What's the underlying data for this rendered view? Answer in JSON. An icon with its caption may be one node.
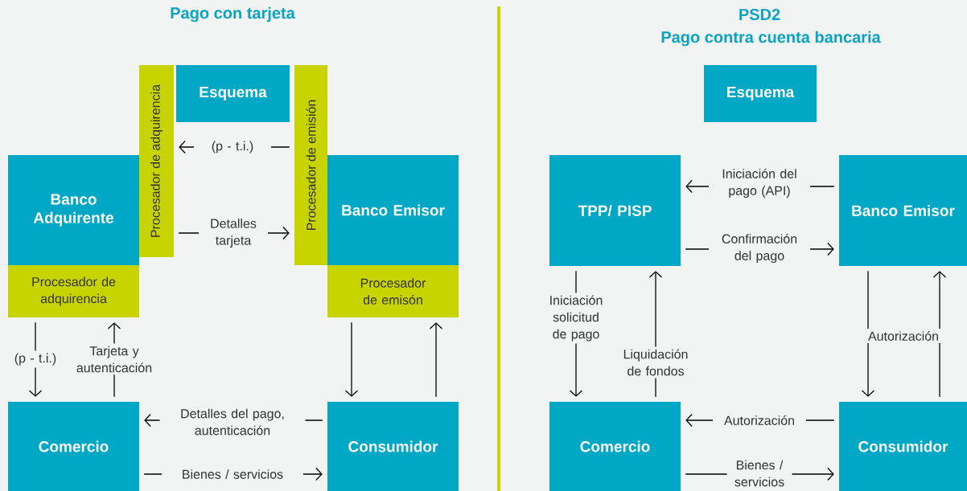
{
  "diagram": {
    "nodes": [
      {
        "text": [
          "Banco Adquirente"
        ]
      },
      {
        "text": [
          "Procesador de adquirencia"
        ]
      },
      {
        "text": [
          "Procesador de adquirencia"
        ]
      },
      {
        "text": [
          "Esquema"
        ]
      },
      {
        "text": [
          "Procesador de emisión"
        ]
      },
      {
        "text": [
          "Banco Emisor"
        ]
      },
      {
        "text": [
          "Procesador de emisón"
        ]
      },
      {
        "text": [
          "Comercio"
        ]
      },
      {
        "text": [
          "Consumidor"
        ]
      },
      {
        "text": [
          "Esquema"
        ]
      },
      {
        "text": [
          "TPP/ PISP"
        ]
      },
      {
        "text": [
          "Banco Emisor"
        ]
      },
      {
        "text": [
          "Comercio"
        ]
      },
      {
        "text": [
          "Consumidor"
        ]
      }
    ],
    "edges": [
      {
        "from": 4,
        "to": 2,
        "arrow": "to",
        "label": "(p - t.i.)"
      },
      {
        "from": 2,
        "to": 4,
        "arrow": "to",
        "label": "Detalles tarjeta"
      },
      {
        "from": 1,
        "to": 7,
        "arrow": "to",
        "label": "(p - t.i.)"
      },
      {
        "from": 7,
        "to": 1,
        "arrow": "to",
        "label": "Tarjeta y autenticación"
      },
      {
        "from": 6,
        "to": 8,
        "arrow": "to"
      },
      {
        "from": 8,
        "to": 6,
        "arrow": "to"
      },
      {
        "from": 8,
        "to": 7,
        "arrow": "to",
        "label": "Detalles del pago, autenticación"
      },
      {
        "from": 7,
        "to": 8,
        "arrow": "to",
        "label": "Bienes / servicios"
      },
      {
        "from": 11,
        "to": 10,
        "arrow": "to",
        "label": "Iniciación del pago (API)"
      },
      {
        "from": 10,
        "to": 11,
        "arrow": "to",
        "label": "Confirmación del pago"
      },
      {
        "from": 10,
        "to": 12,
        "arrow": "to",
        "label": "Iniciación solicitud de pago"
      },
      {
        "from": 12,
        "to": 10,
        "arrow": "to",
        "label": "Liquidación de fondos"
      },
      {
        "from": 11,
        "to": 13,
        "arrow": "to",
        "label": "Autorización"
      },
      {
        "from": 13,
        "to": 11,
        "arrow": "to"
      },
      {
        "from": 13,
        "to": 12,
        "arrow": "to",
        "label": "Autorización"
      },
      {
        "from": 12,
        "to": 13,
        "arrow": "to",
        "label": "Bienes / servicios"
      }
    ],
    "labels": [
      "Pago con tarjeta",
      "PSD2",
      "Pago contra cuenta bancaria"
    ]
  }
}
